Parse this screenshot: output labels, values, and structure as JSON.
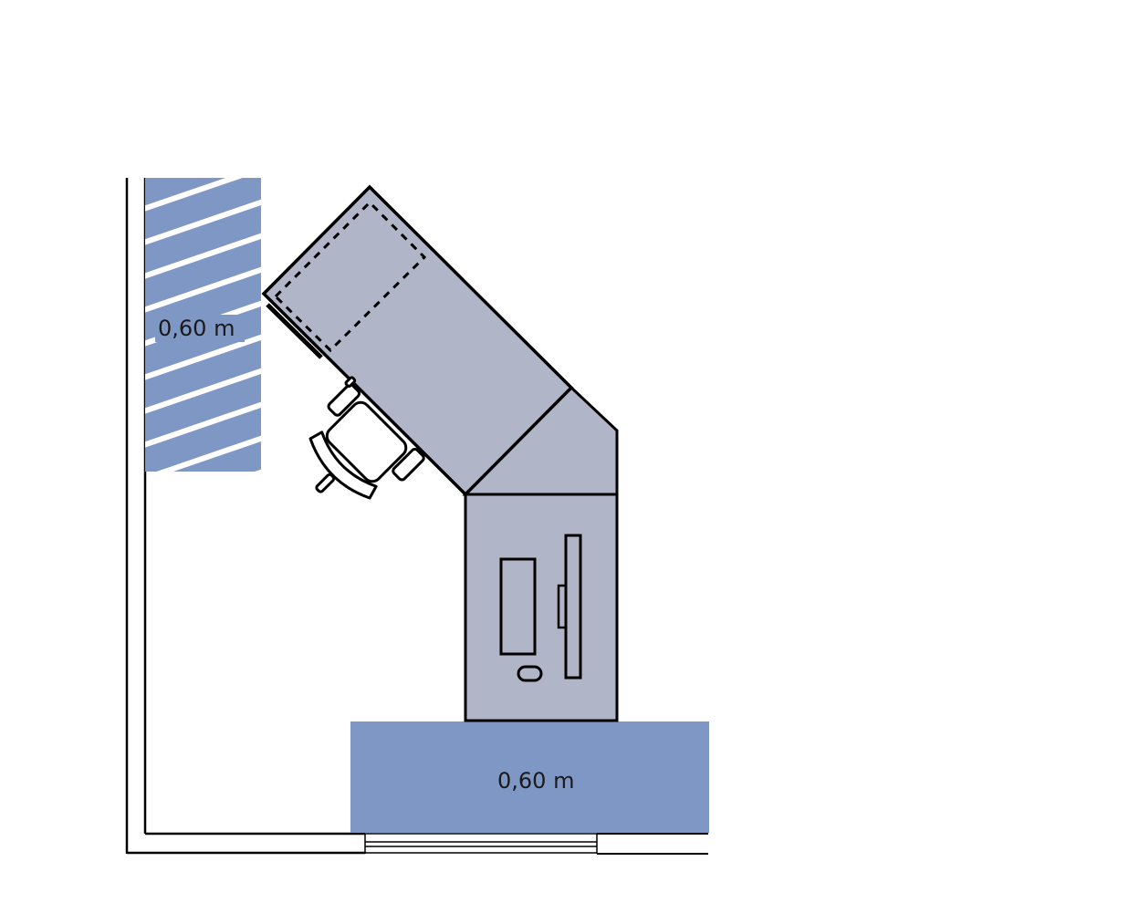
{
  "diagram": {
    "type": "floor-plan",
    "subject": "corner workstation layout",
    "colors": {
      "clearance_zone": "#7f97c4",
      "desk_fill": "#b0b5c8",
      "outline": "#000000",
      "hatch_stripe": "#ffffff"
    },
    "zones": [
      {
        "id": "left-clearance",
        "label": "0,60 m",
        "style": "hatched"
      },
      {
        "id": "bottom-clearance",
        "label": "0,60 m",
        "style": "solid"
      }
    ],
    "furniture": [
      {
        "id": "angled-desk",
        "note": "dashed inner outline (drawer/storage)"
      },
      {
        "id": "corner-connector"
      },
      {
        "id": "straight-desk",
        "items": [
          "monitor",
          "keyboard",
          "mouse",
          "document-holder"
        ]
      },
      {
        "id": "office-chair"
      }
    ],
    "walls": [
      "left-wall",
      "bottom-wall",
      "window"
    ]
  }
}
